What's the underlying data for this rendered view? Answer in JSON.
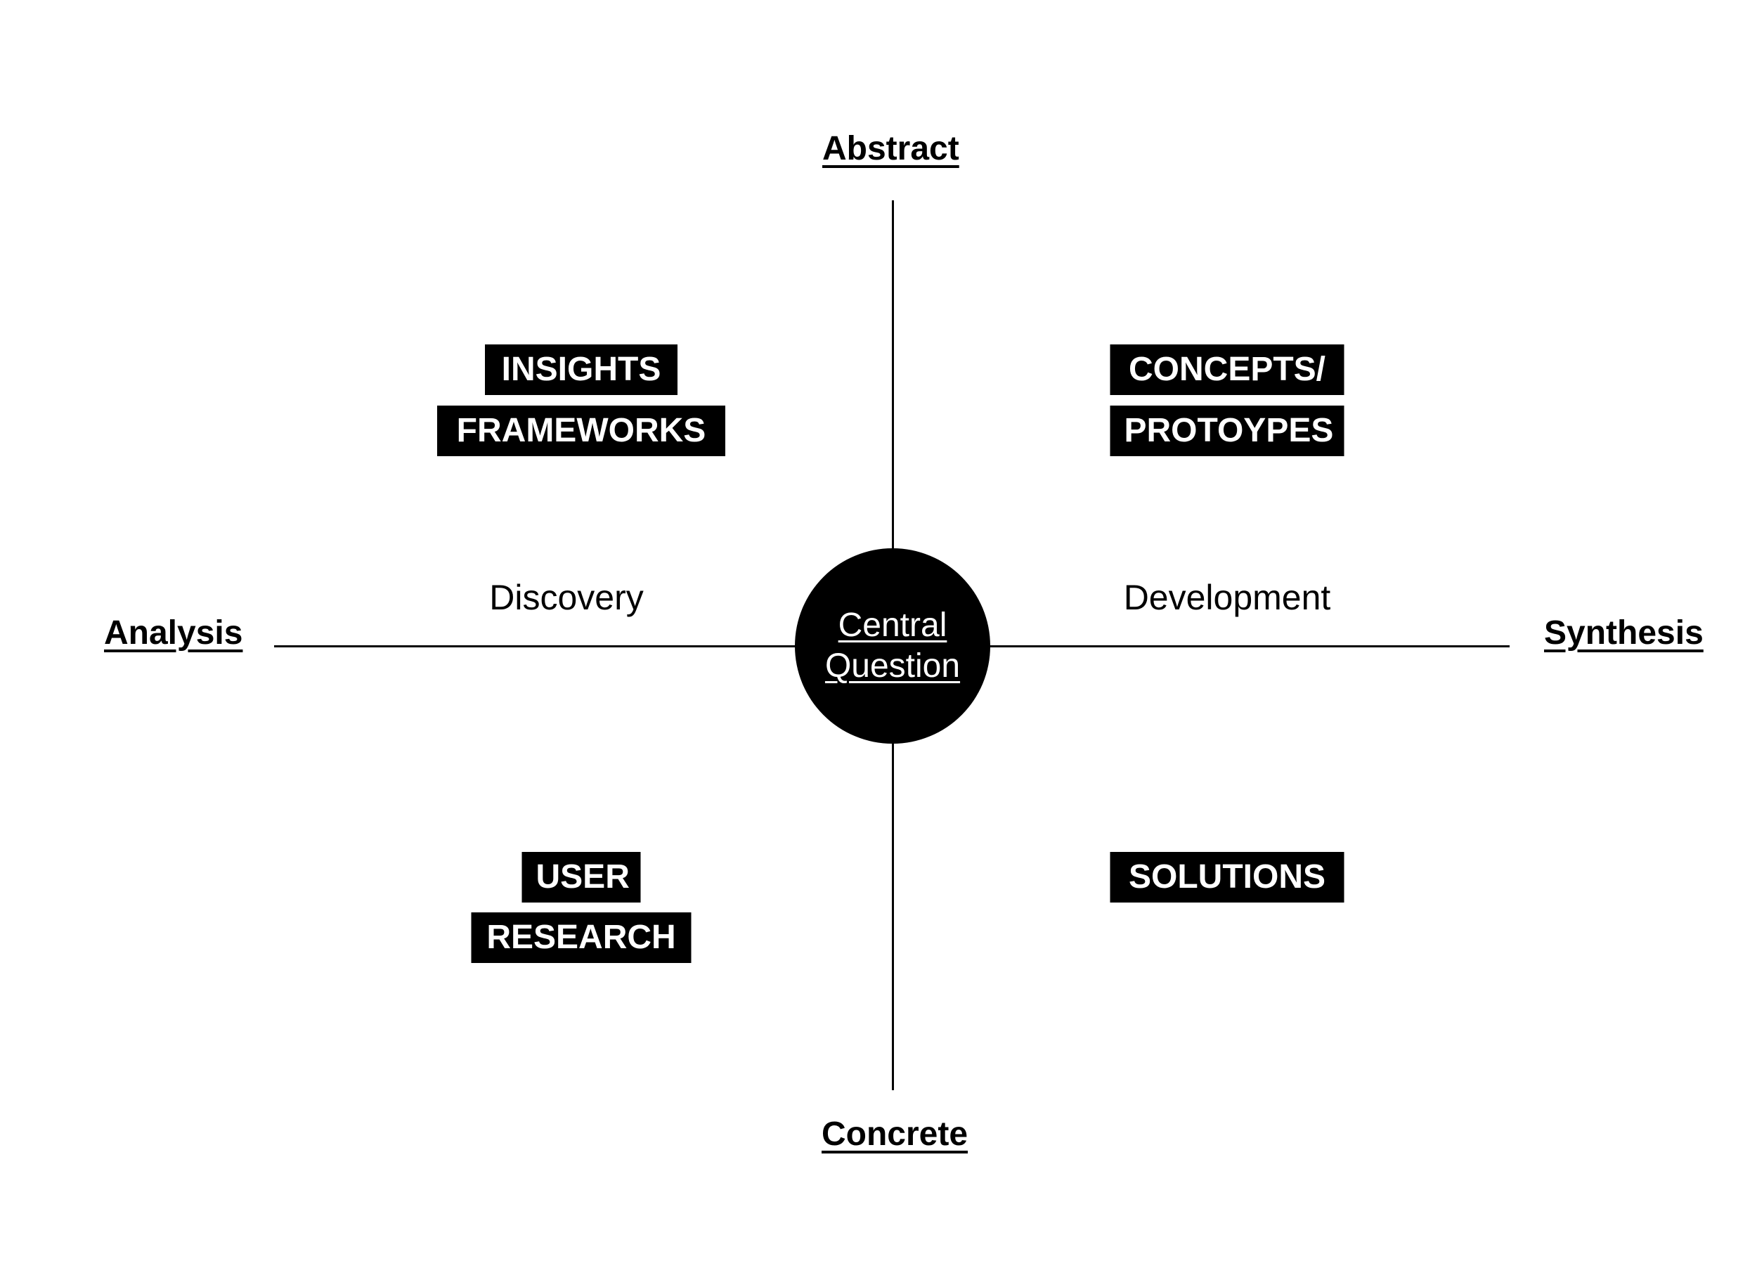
{
  "axes": {
    "top": "Abstract",
    "bottom": "Concrete",
    "left": "Analysis",
    "right": "Synthesis"
  },
  "center": {
    "line1": "Central",
    "line2": "Question"
  },
  "phases": {
    "left": "Discovery",
    "right": "Development"
  },
  "quadrants": {
    "top_left": [
      "INSIGHTS",
      "FRAMEWORKS"
    ],
    "top_right": [
      "CONCEPTS/",
      "PROTOYPES"
    ],
    "bottom_left": [
      "USER",
      "RESEARCH"
    ],
    "bottom_right": [
      "SOLUTIONS"
    ]
  }
}
